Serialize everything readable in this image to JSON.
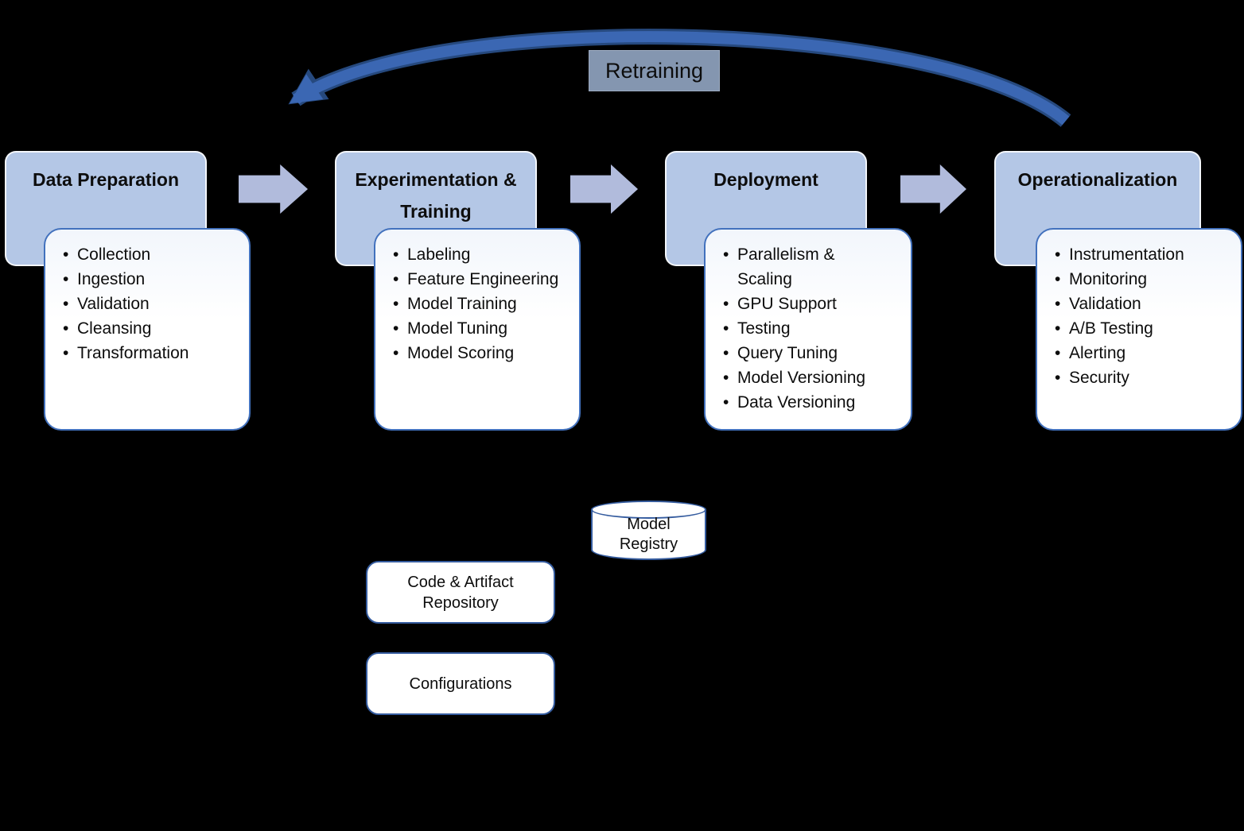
{
  "retraining_label": "Retraining",
  "bullet_char": "•",
  "stages": [
    {
      "id": "data-preparation",
      "title_lines": [
        "Data Preparation"
      ],
      "items": [
        "Collection",
        "Ingestion",
        "Validation",
        "Cleansing",
        "Transformation"
      ]
    },
    {
      "id": "experimentation-training",
      "title_lines": [
        "Experimentation &",
        "Training"
      ],
      "items": [
        "Labeling",
        "Feature Engineering",
        "Model Training",
        "Model Tuning",
        "Model Scoring"
      ]
    },
    {
      "id": "deployment",
      "title_lines": [
        "Deployment"
      ],
      "items": [
        "Parallelism &\nScaling",
        "GPU Support",
        "Testing",
        "Query Tuning",
        "Model Versioning",
        "Data Versioning"
      ]
    },
    {
      "id": "operationalization",
      "title_lines": [
        "Operationalization"
      ],
      "items": [
        "Instrumentation",
        "Monitoring",
        "Validation",
        "A/B Testing",
        "Alerting",
        "Security"
      ]
    }
  ],
  "artifacts": {
    "model_registry": {
      "label_lines": [
        "Model",
        "Registry"
      ]
    },
    "code_repository": {
      "label_lines": [
        "Code & Artifact",
        "Repository"
      ]
    },
    "configurations": {
      "label_lines": [
        "Configurations"
      ]
    }
  },
  "colors": {
    "background": "#000000",
    "stage-header-fill": "#b4c7e6",
    "card-border": "#4271bd",
    "flow-arrow-fill": "#b1bbdc",
    "retraining-fill": "#8496b0",
    "loop-arrow": "#3b67b3",
    "loop-arrow-dark": "#26497e",
    "artifact-border": "#355c9f",
    "text": "#0d0d0d"
  }
}
